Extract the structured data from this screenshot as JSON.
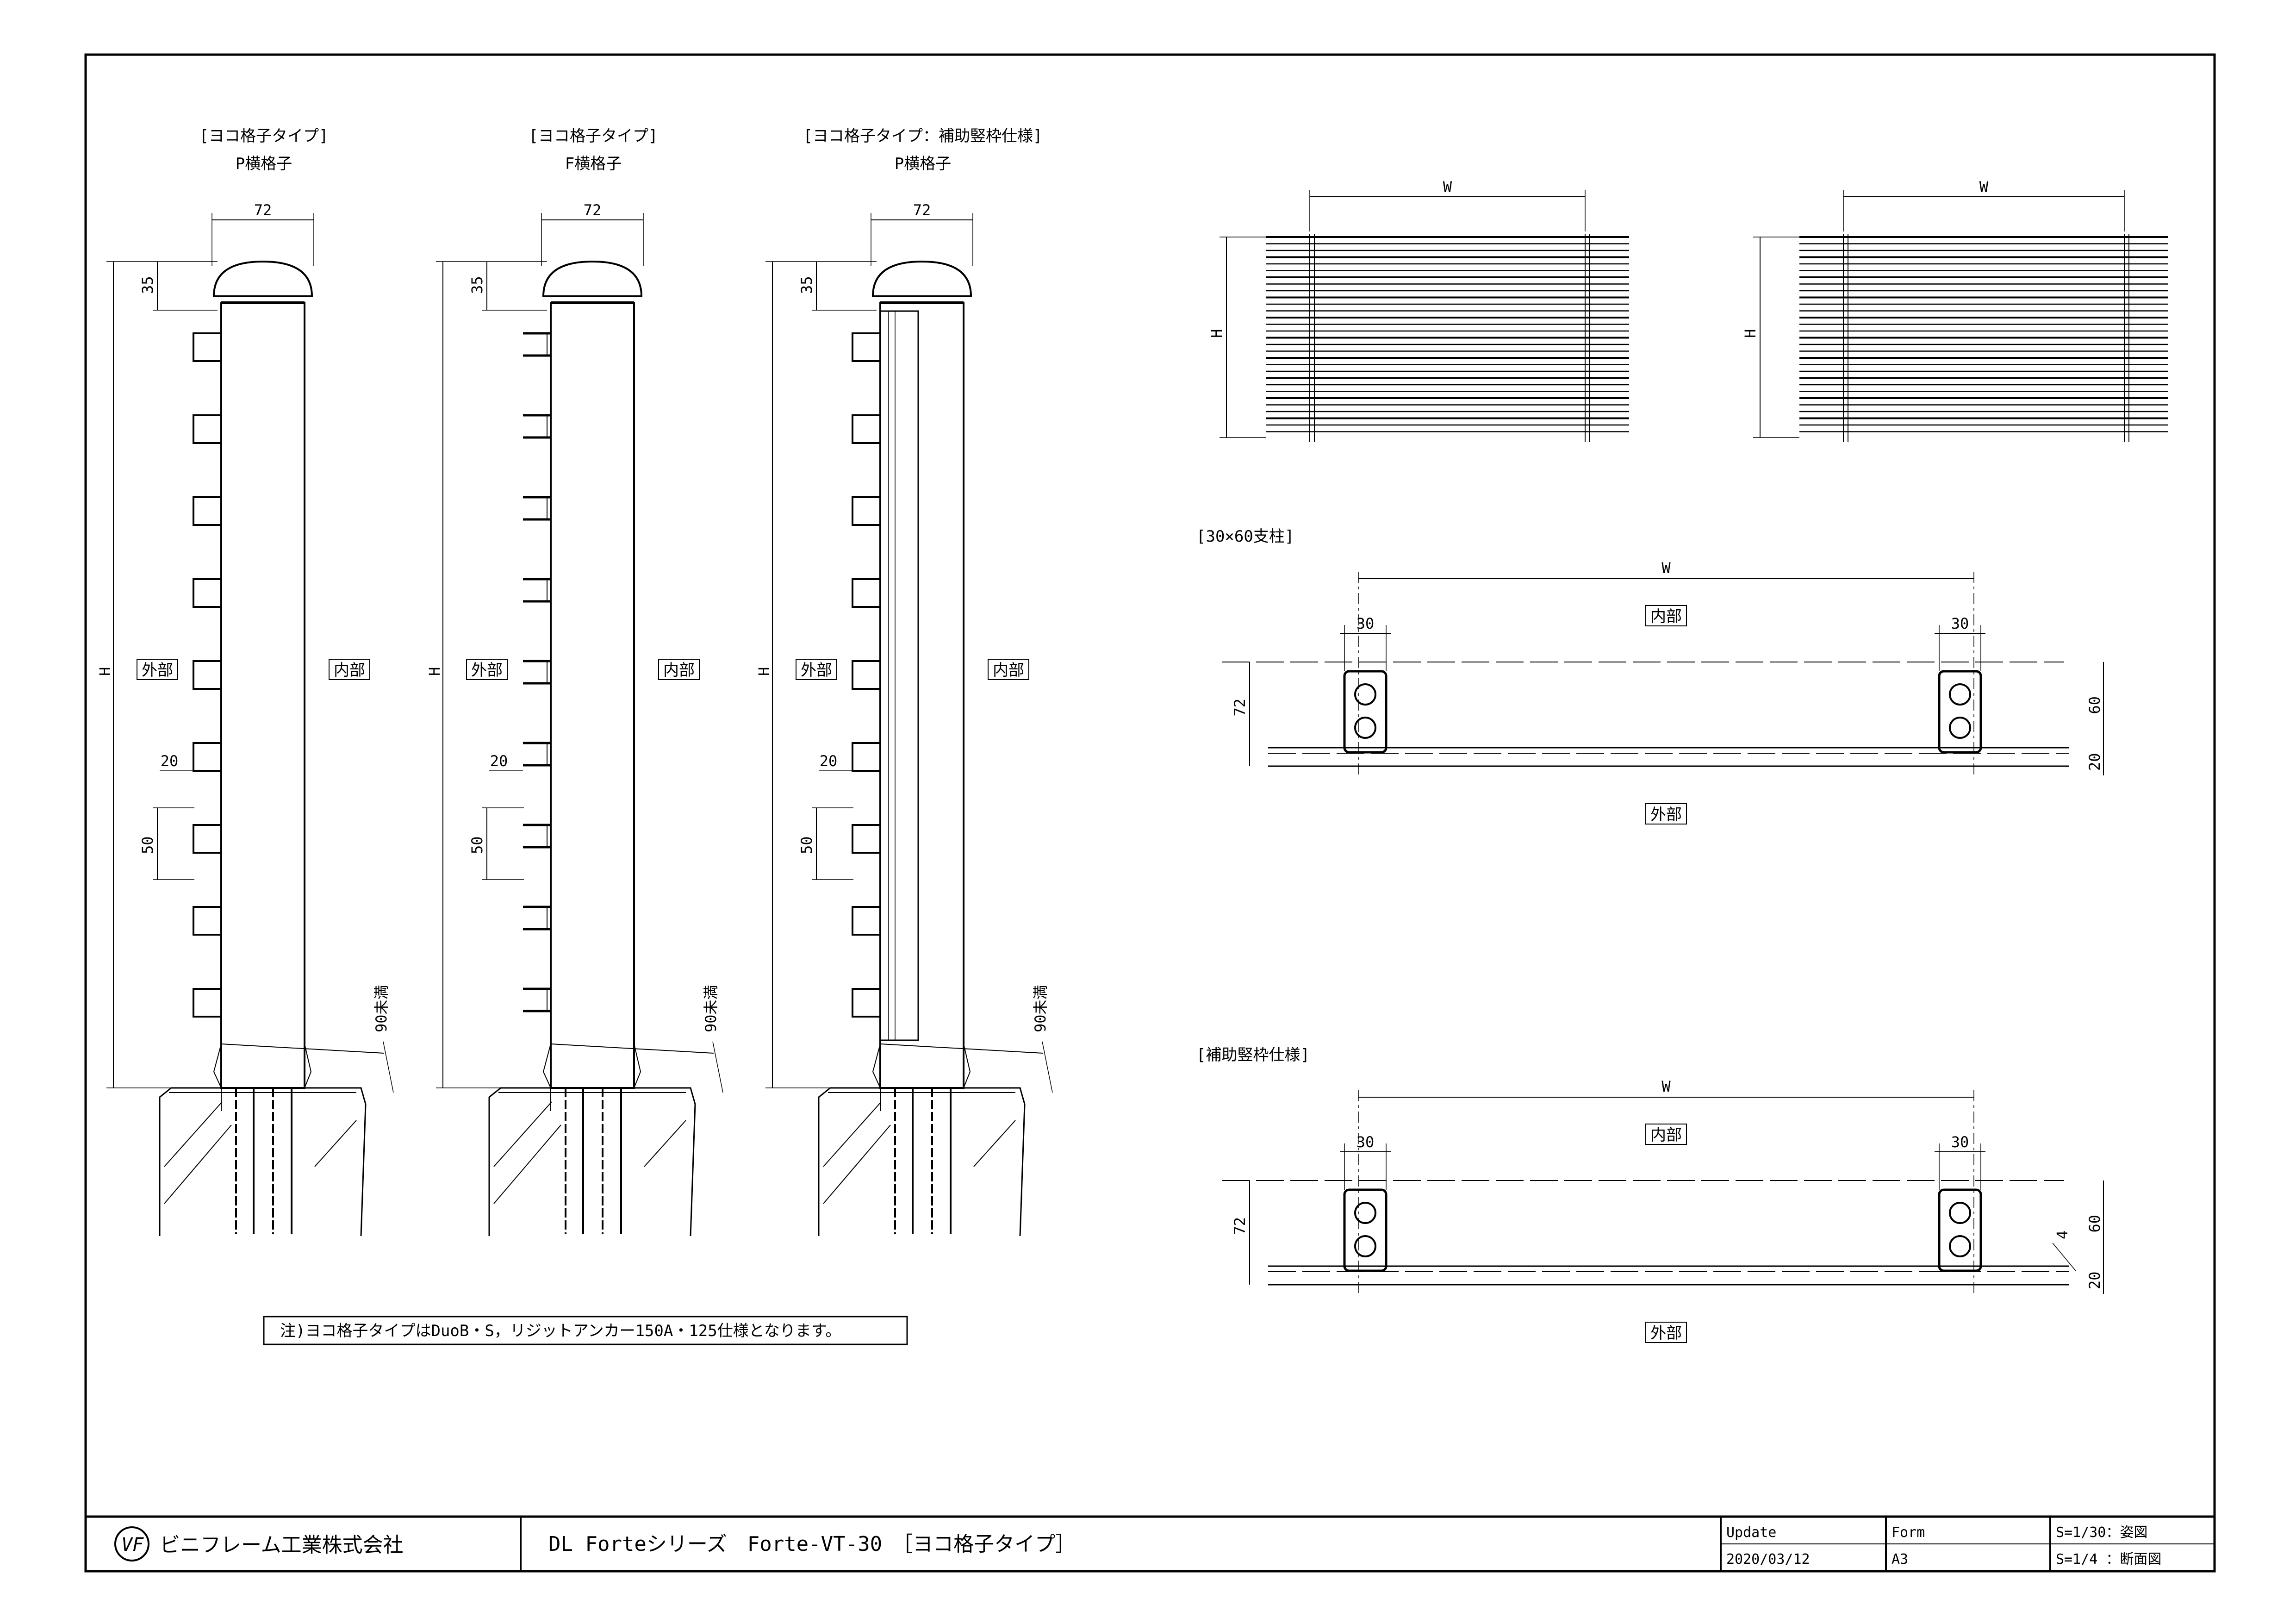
{
  "drawing": {
    "sections": [
      {
        "bracket": "[ヨコ格子タイプ]",
        "name": "P横格子",
        "style": "P"
      },
      {
        "bracket": "[ヨコ格子タイプ]",
        "name": "F横格子",
        "style": "F"
      },
      {
        "bracket": "[ヨコ格子タイプ：補助竪枠仕様]",
        "name": "P横格子",
        "style": "P-aux"
      }
    ],
    "section_dims": {
      "width": "72",
      "cap": "35",
      "height": "H",
      "slat": "20",
      "pitch": "50",
      "gap": "90未満"
    },
    "side_labels": {
      "outside": "外部",
      "inside": "内部"
    },
    "elevation_dims": {
      "width": "W",
      "height": "H"
    },
    "plan_30x60": {
      "title": "[30×60支柱]",
      "dims": {
        "W": "W",
        "post_left": "30",
        "post_right": "30",
        "total": "72",
        "post_depth": "60",
        "slat": "20"
      }
    },
    "plan_aux": {
      "title": "[補助竪枠仕様]",
      "dims": {
        "W": "W",
        "post_left": "30",
        "post_right": "30",
        "total": "72",
        "post_depth": "60",
        "slat": "20",
        "aux": "4"
      }
    },
    "note": "注)ヨコ格子タイプはDuoB・S，リジットアンカー150A・125仕様となります。"
  },
  "title_block": {
    "company": "ビニフレーム工業株式会社",
    "logo_letters": "VF",
    "product": "DL Forteシリーズ　Forte-VT-30　［ヨコ格子タイプ］",
    "update_label": "Update",
    "update_date": "2020/03/12",
    "form_label": "Form",
    "form_value": "A3",
    "scale_1": "S=1/30：姿図",
    "scale_2": "S=1/4 ：断面図"
  }
}
